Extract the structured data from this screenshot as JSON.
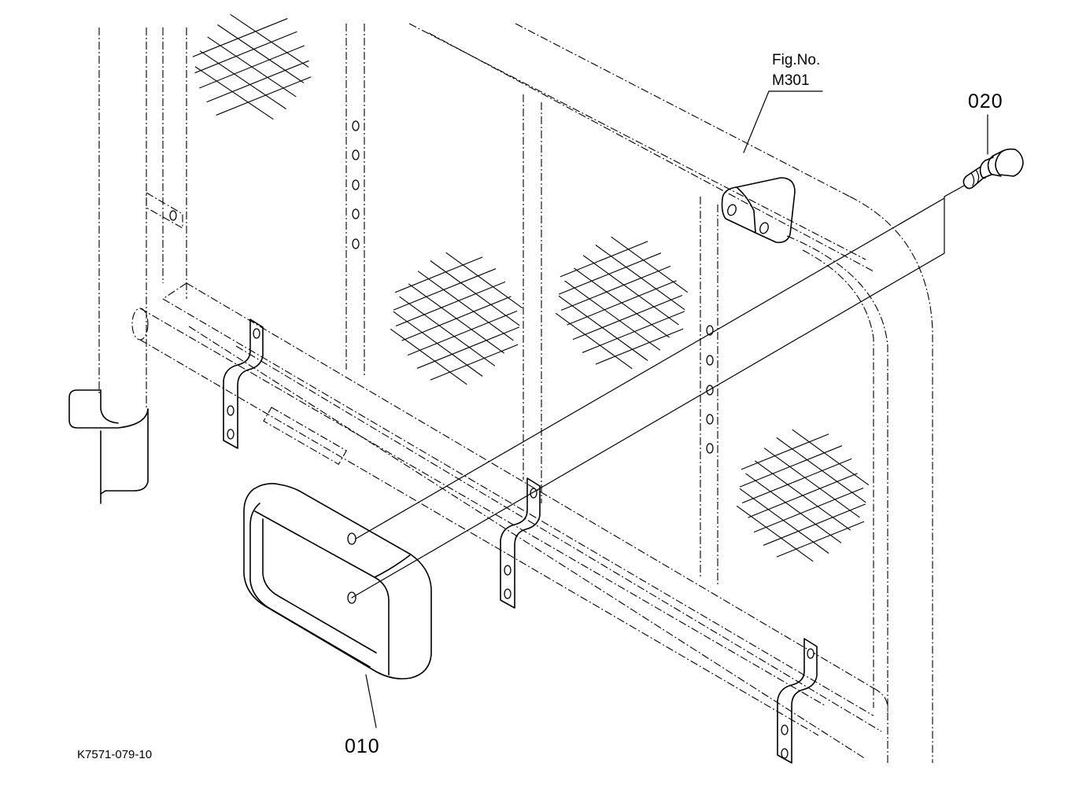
{
  "diagram": {
    "figure_ref": {
      "line1": "Fig.No.",
      "line2": "M301"
    },
    "parts": [
      {
        "number": "010"
      },
      {
        "number": "020"
      }
    ],
    "drawing_code": "K7571-079-10"
  }
}
